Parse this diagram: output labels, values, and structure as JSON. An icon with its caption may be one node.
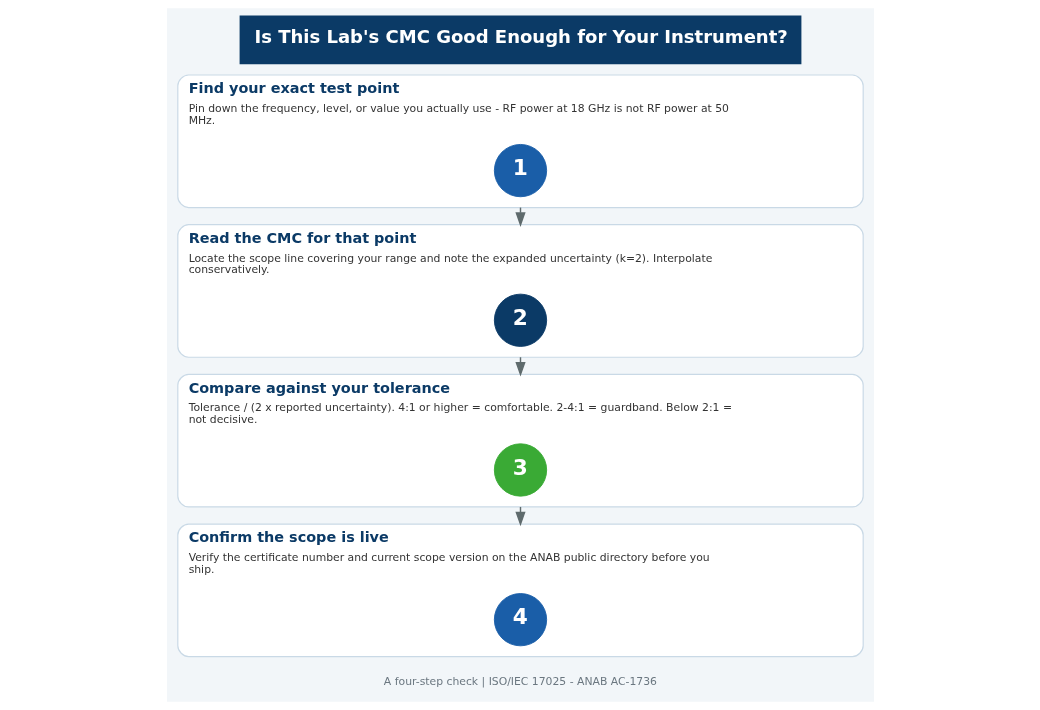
{
  "diagram": {
    "title": "Is This Lab's CMC Good Enough for Your Instrument?",
    "caption": "A four-step check | ISO/IEC 17025 - ANAB AC-1736",
    "nodes": [
      {
        "text": [
          "Find your exact test point",
          "Pin down the frequency, level, or value you actually use - RF power at 18 GHz is not RF power at 50 MHz."
        ]
      },
      {
        "text": [
          "1"
        ],
        "in": 0
      },
      {
        "text": [
          "Read the CMC for that point",
          "Locate the scope line covering your range and note the expanded uncertainty (k=2). Interpolate conservatively."
        ]
      },
      {
        "text": [
          "2"
        ],
        "in": 2
      },
      {
        "text": [
          "Compare against your tolerance",
          "Tolerance / (2 x reported uncertainty). 4:1 or higher = comfortable. 2-4:1 = guardband. Below 2:1 = not decisive."
        ]
      },
      {
        "text": [
          "3"
        ],
        "in": 4
      },
      {
        "text": [
          "Confirm the scope is live",
          "Verify the certificate number and current scope version on the ANAB public directory before you ship."
        ]
      },
      {
        "text": [
          "4"
        ],
        "in": 6
      }
    ],
    "edges": [
      {
        "from": 0,
        "to": 2,
        "arrow": "to"
      },
      {
        "from": 2,
        "to": 4,
        "arrow": "to"
      },
      {
        "from": 4,
        "to": 6,
        "arrow": "to"
      }
    ]
  }
}
